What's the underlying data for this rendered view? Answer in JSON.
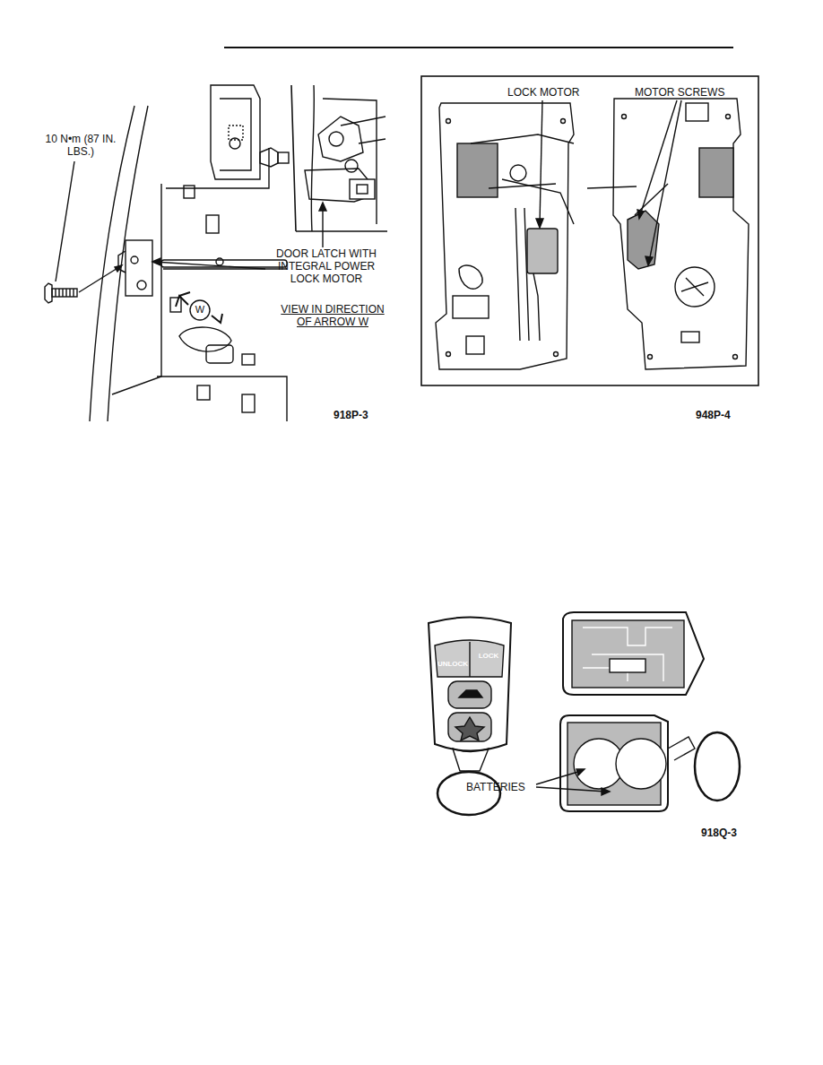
{
  "diagram": {
    "labels": [
      "10 N•m (87 IN. LBS.)",
      "DOOR LATCH WITH INTEGRAL POWER LOCK MOTOR",
      "VIEW IN DIRECTION OF ARROW W",
      "W",
      "918P-3",
      "LOCK MOTOR",
      "MOTOR SCREWS",
      "948P-4",
      "UNLOCK",
      "LOCK",
      "BATTERIES",
      "918Q-3"
    ]
  }
}
